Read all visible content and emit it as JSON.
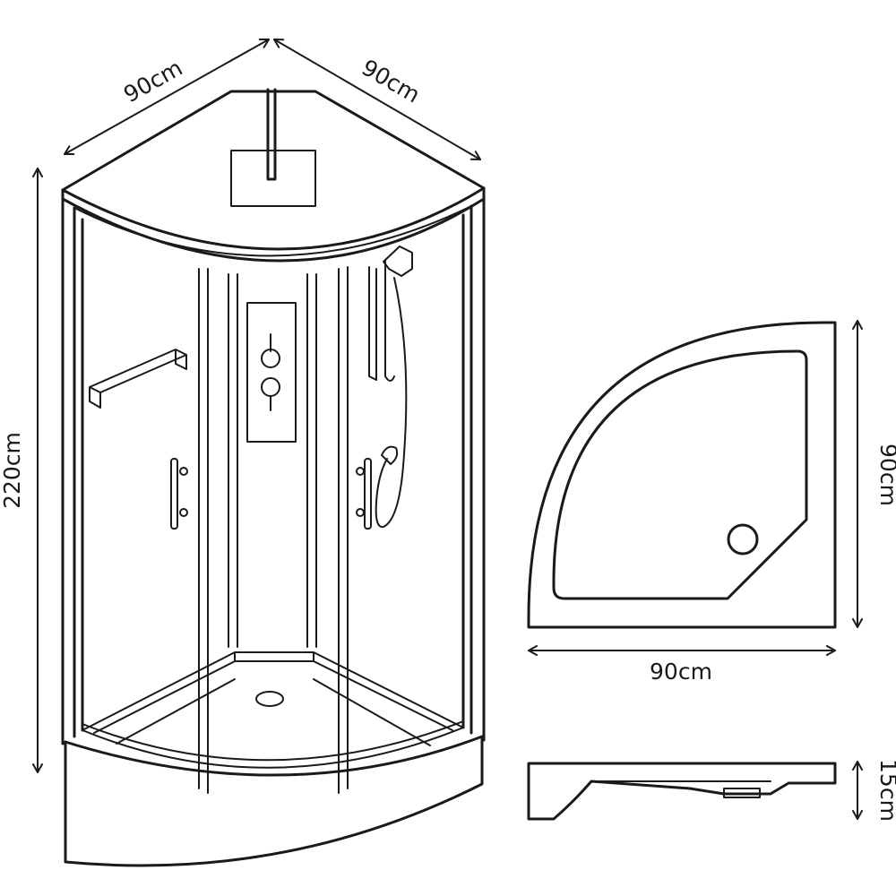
{
  "dimensions": {
    "cabin_width_left": "90cm",
    "cabin_width_right": "90cm",
    "cabin_height": "220cm",
    "tray_height": "90cm",
    "tray_width": "90cm",
    "tray_depth": "15cm"
  }
}
